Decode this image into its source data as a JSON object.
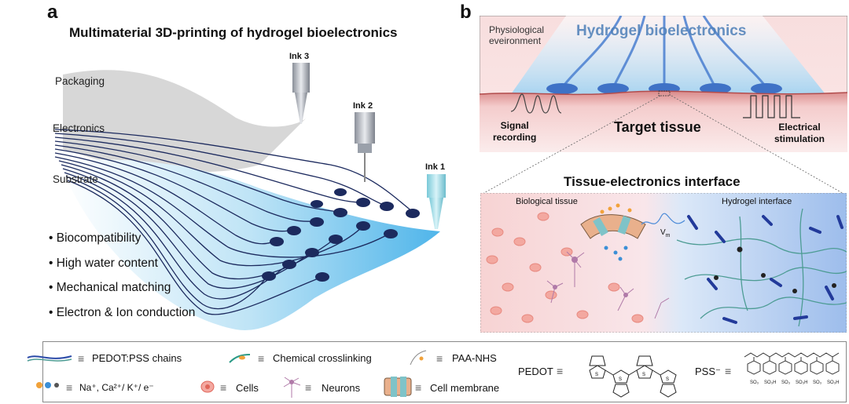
{
  "panel_a": {
    "letter": "a",
    "title": "Multimaterial 3D-printing of hydrogel bioelectronics",
    "layers": {
      "packaging": "Packaging",
      "electronics": "Electronics",
      "substrate": "Substrate"
    },
    "inks": {
      "ink3": "Ink 3",
      "ink2": "Ink 2",
      "ink1": "Ink 1"
    },
    "bullets": [
      "Biocompatibility",
      "High water content",
      "Mechanical matching",
      "Electron & Ion conduction"
    ]
  },
  "panel_b": {
    "letter": "b",
    "physio": "Physiological\neveironment",
    "title": "Hydrogel bioelectronics",
    "target": "Target tissue",
    "signal": "Signal\nrecording",
    "stim": "Electrical\nstimulation",
    "interface_title": "Tissue-electronics interface",
    "bio_tissue": "Biological tissue",
    "hydrogel_interface": "Hydrogel interface",
    "vm": "V",
    "vm_sub": "m"
  },
  "legend": {
    "pedot_pss": "PEDOT:PSS chains",
    "crosslink": "Chemical crosslinking",
    "paa": "PAA-NHS",
    "ions": "Na⁺, Ca²⁺/ K⁺/ e⁻",
    "cells": "Cells",
    "neurons": "Neurons",
    "membrane": "Cell membrane",
    "pedot": "PEDOT",
    "pss": "PSS⁻",
    "so3": "SO₃",
    "so3h": "SO₃H",
    "sulfur": "S",
    "eminus": "e"
  },
  "colors": {
    "electrode": "#1c2a5e",
    "substrate": "#6ec6ee",
    "packaging": "#c8c8c8",
    "tissue": "#f2c4c4",
    "hydrogel": "#5b8fd8"
  }
}
